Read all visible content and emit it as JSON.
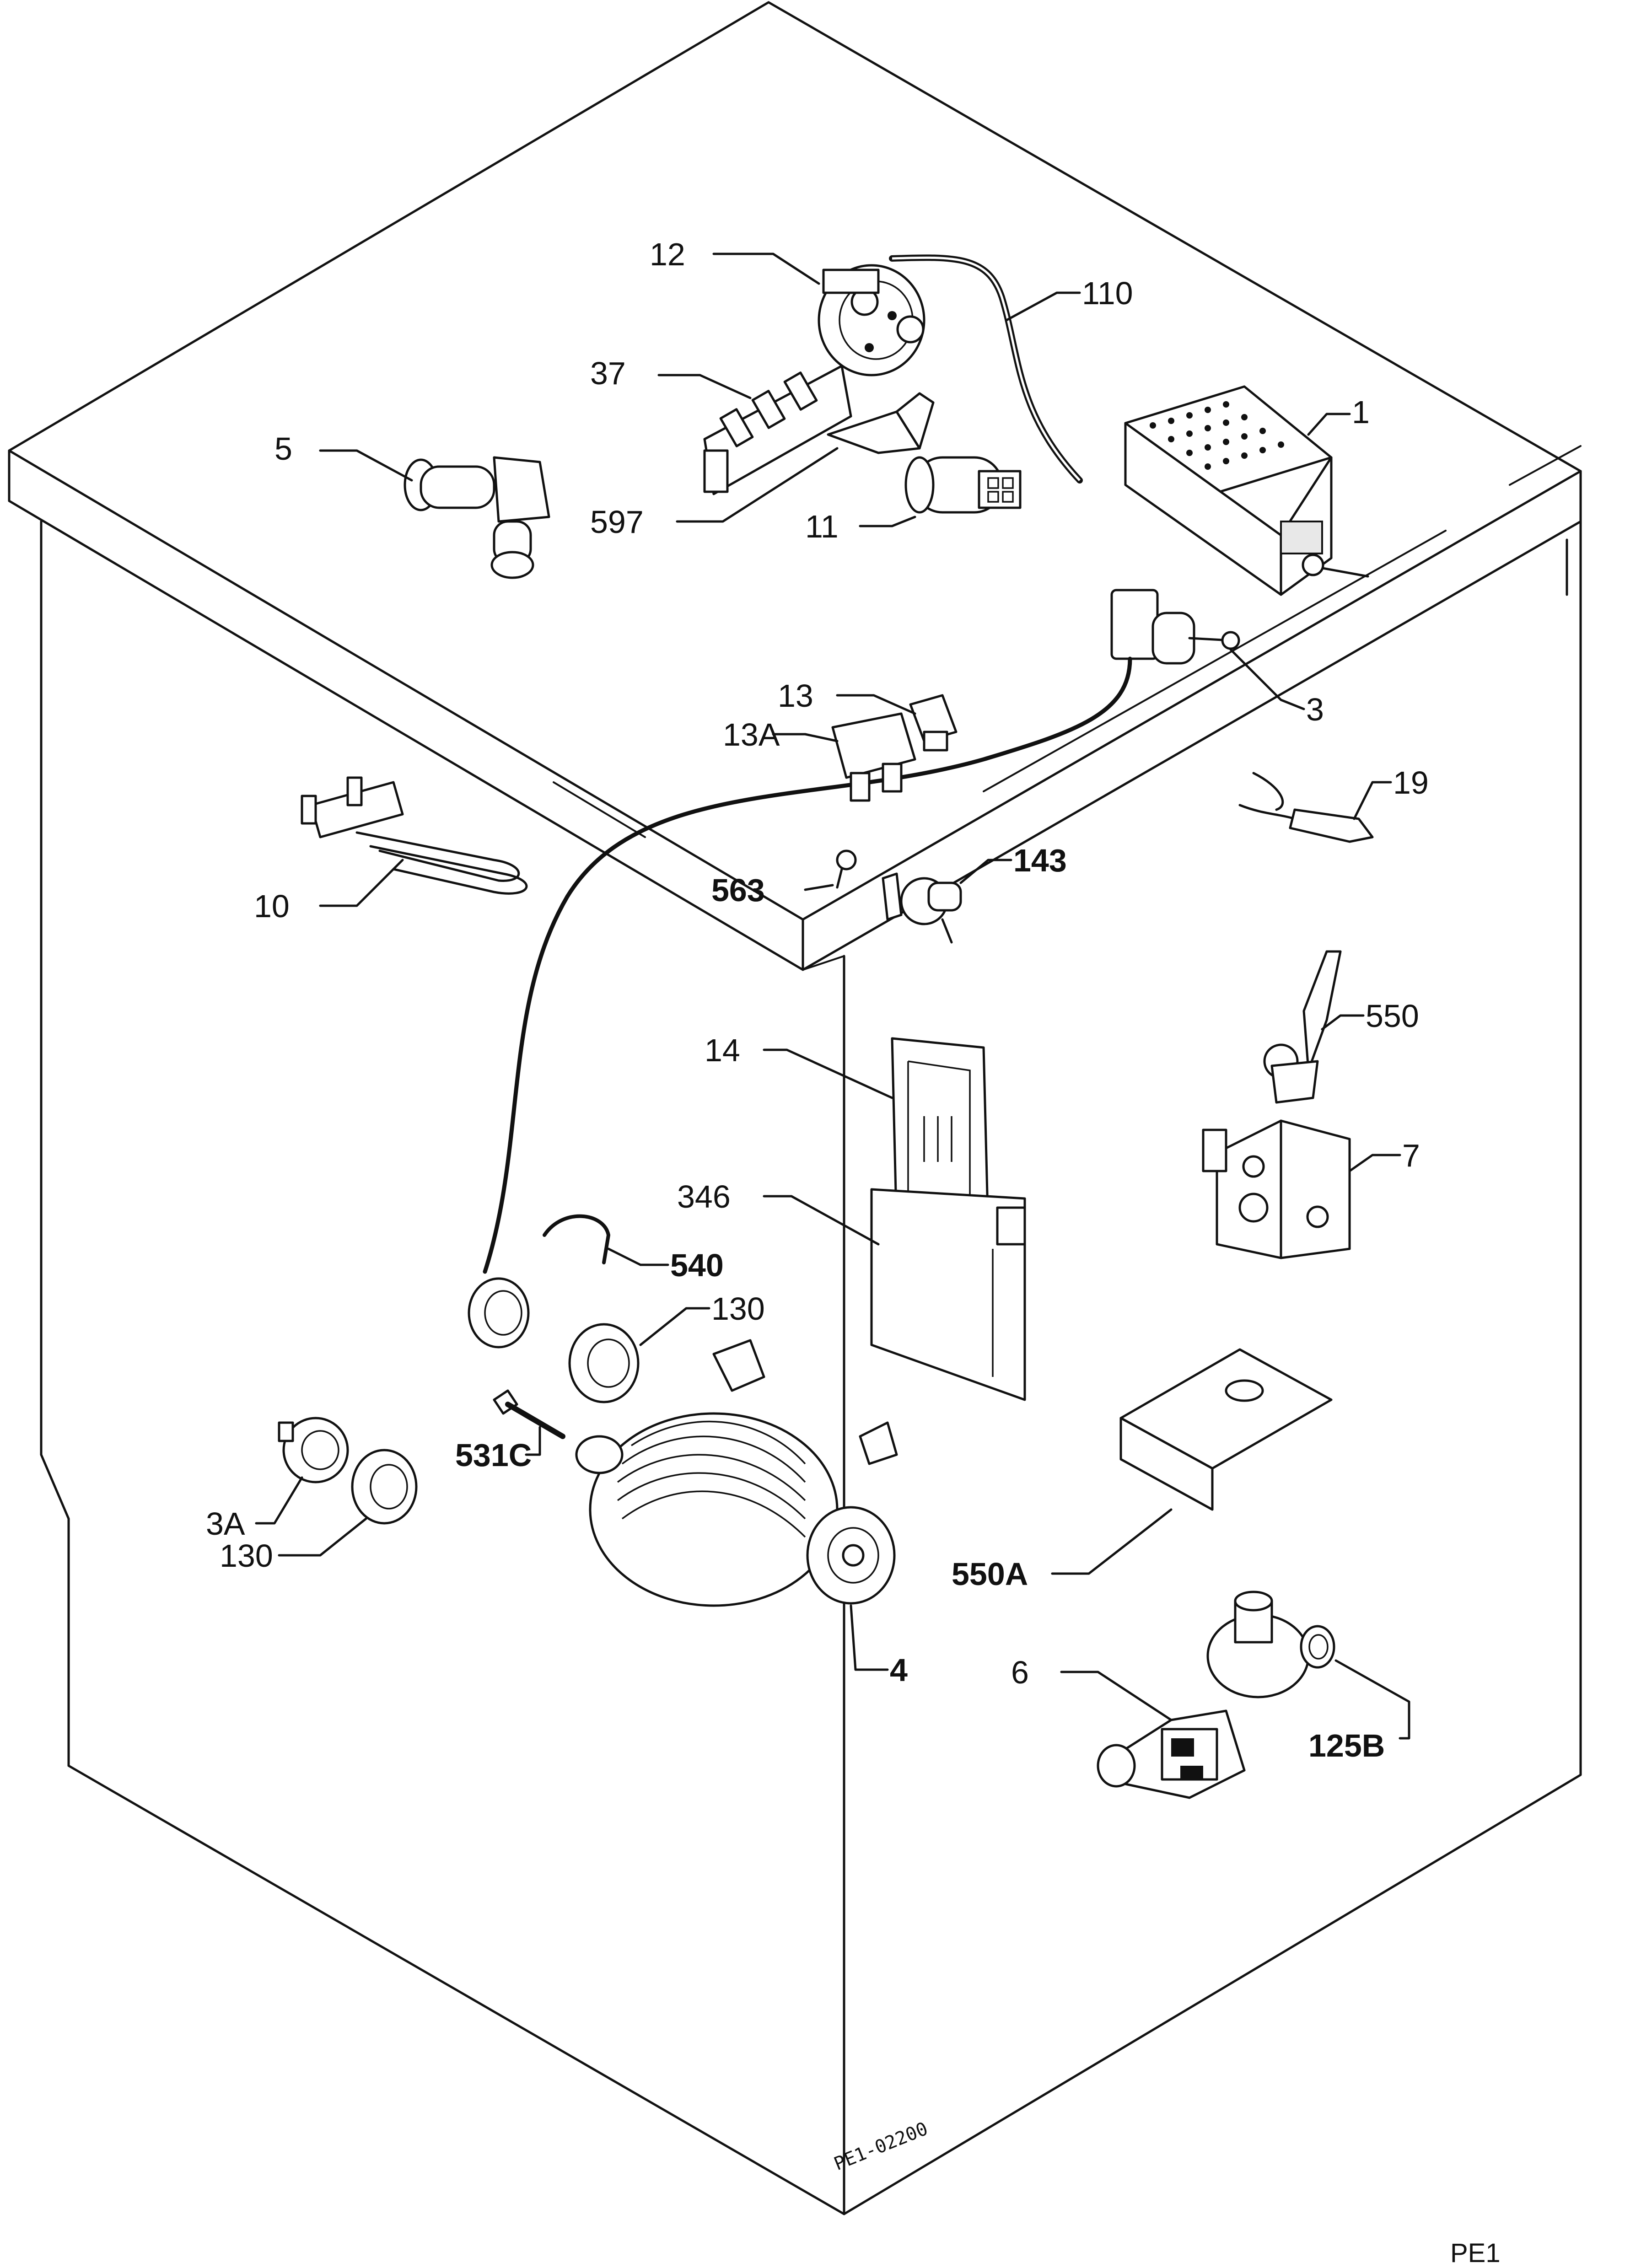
{
  "callouts": {
    "c1": "1",
    "c3": "3",
    "c3a": "3A",
    "c4": "4",
    "c5": "5",
    "c6": "6",
    "c7": "7",
    "c10": "10",
    "c11": "11",
    "c12": "12",
    "c13": "13",
    "c13a": "13A",
    "c14": "14",
    "c19": "19",
    "c37": "37",
    "c110": "110",
    "c125b": "125B",
    "c130_top": "130",
    "c130_bottom": "130",
    "c143": "143",
    "c346": "346",
    "c531c": "531C",
    "c540": "540",
    "c550": "550",
    "c550a": "550A",
    "c563": "563",
    "c597": "597"
  },
  "drawing_code": "PE1-02200",
  "page_code": "PE1"
}
